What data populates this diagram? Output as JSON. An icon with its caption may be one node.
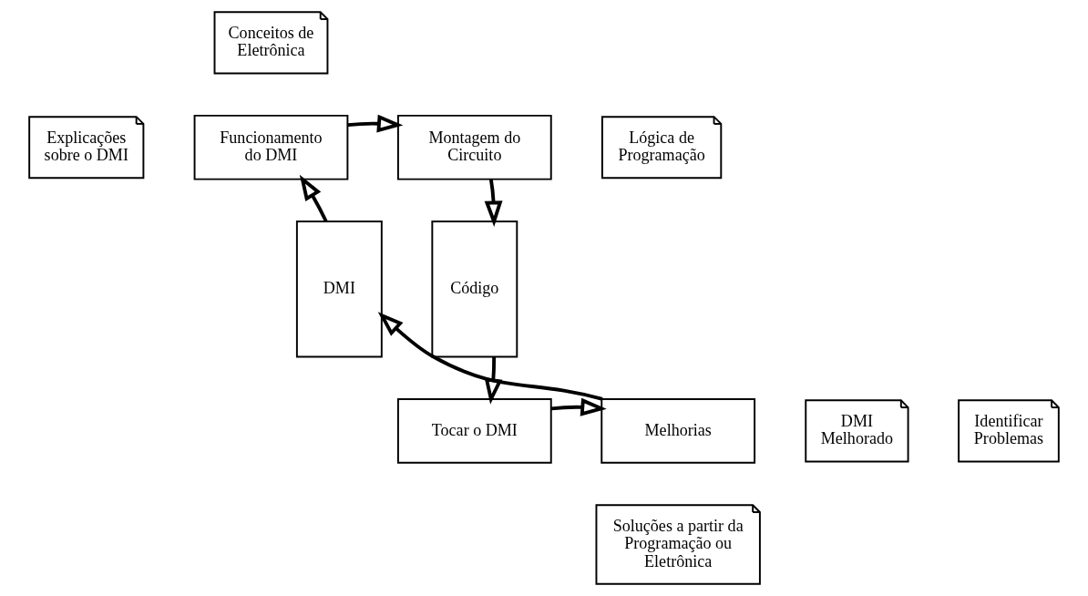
{
  "diagram": {
    "nodes": [
      {
        "text": [
          "Funcionamento do DMI"
        ]
      },
      {
        "text": [
          "Montagem do Circuito"
        ]
      },
      {
        "text": [
          "Código"
        ]
      },
      {
        "text": [
          "Tocar o DMI"
        ]
      },
      {
        "text": [
          "Melhorias"
        ]
      },
      {
        "text": [
          "DMI"
        ]
      },
      {
        "text": [
          "Explicações sobre o DMI"
        ]
      },
      {
        "text": [
          "Conceitos de Eletrônica"
        ]
      },
      {
        "text": [
          "Lógica de Programação"
        ]
      },
      {
        "text": [
          "Identificar Problemas"
        ]
      },
      {
        "text": [
          "Soluções a partir da Programação ou Eletrônica"
        ]
      },
      {
        "text": [
          "DMI Melhorado"
        ]
      }
    ],
    "edges": [
      {
        "from": 5,
        "to": 0,
        "arrow": "to"
      },
      {
        "from": 0,
        "to": 1,
        "arrow": "to"
      },
      {
        "from": 1,
        "to": 2,
        "arrow": "to"
      },
      {
        "from": 2,
        "to": 3,
        "arrow": "to"
      },
      {
        "from": 3,
        "to": 4,
        "arrow": "to"
      },
      {
        "from": 4,
        "to": 5,
        "arrow": "to"
      }
    ]
  }
}
